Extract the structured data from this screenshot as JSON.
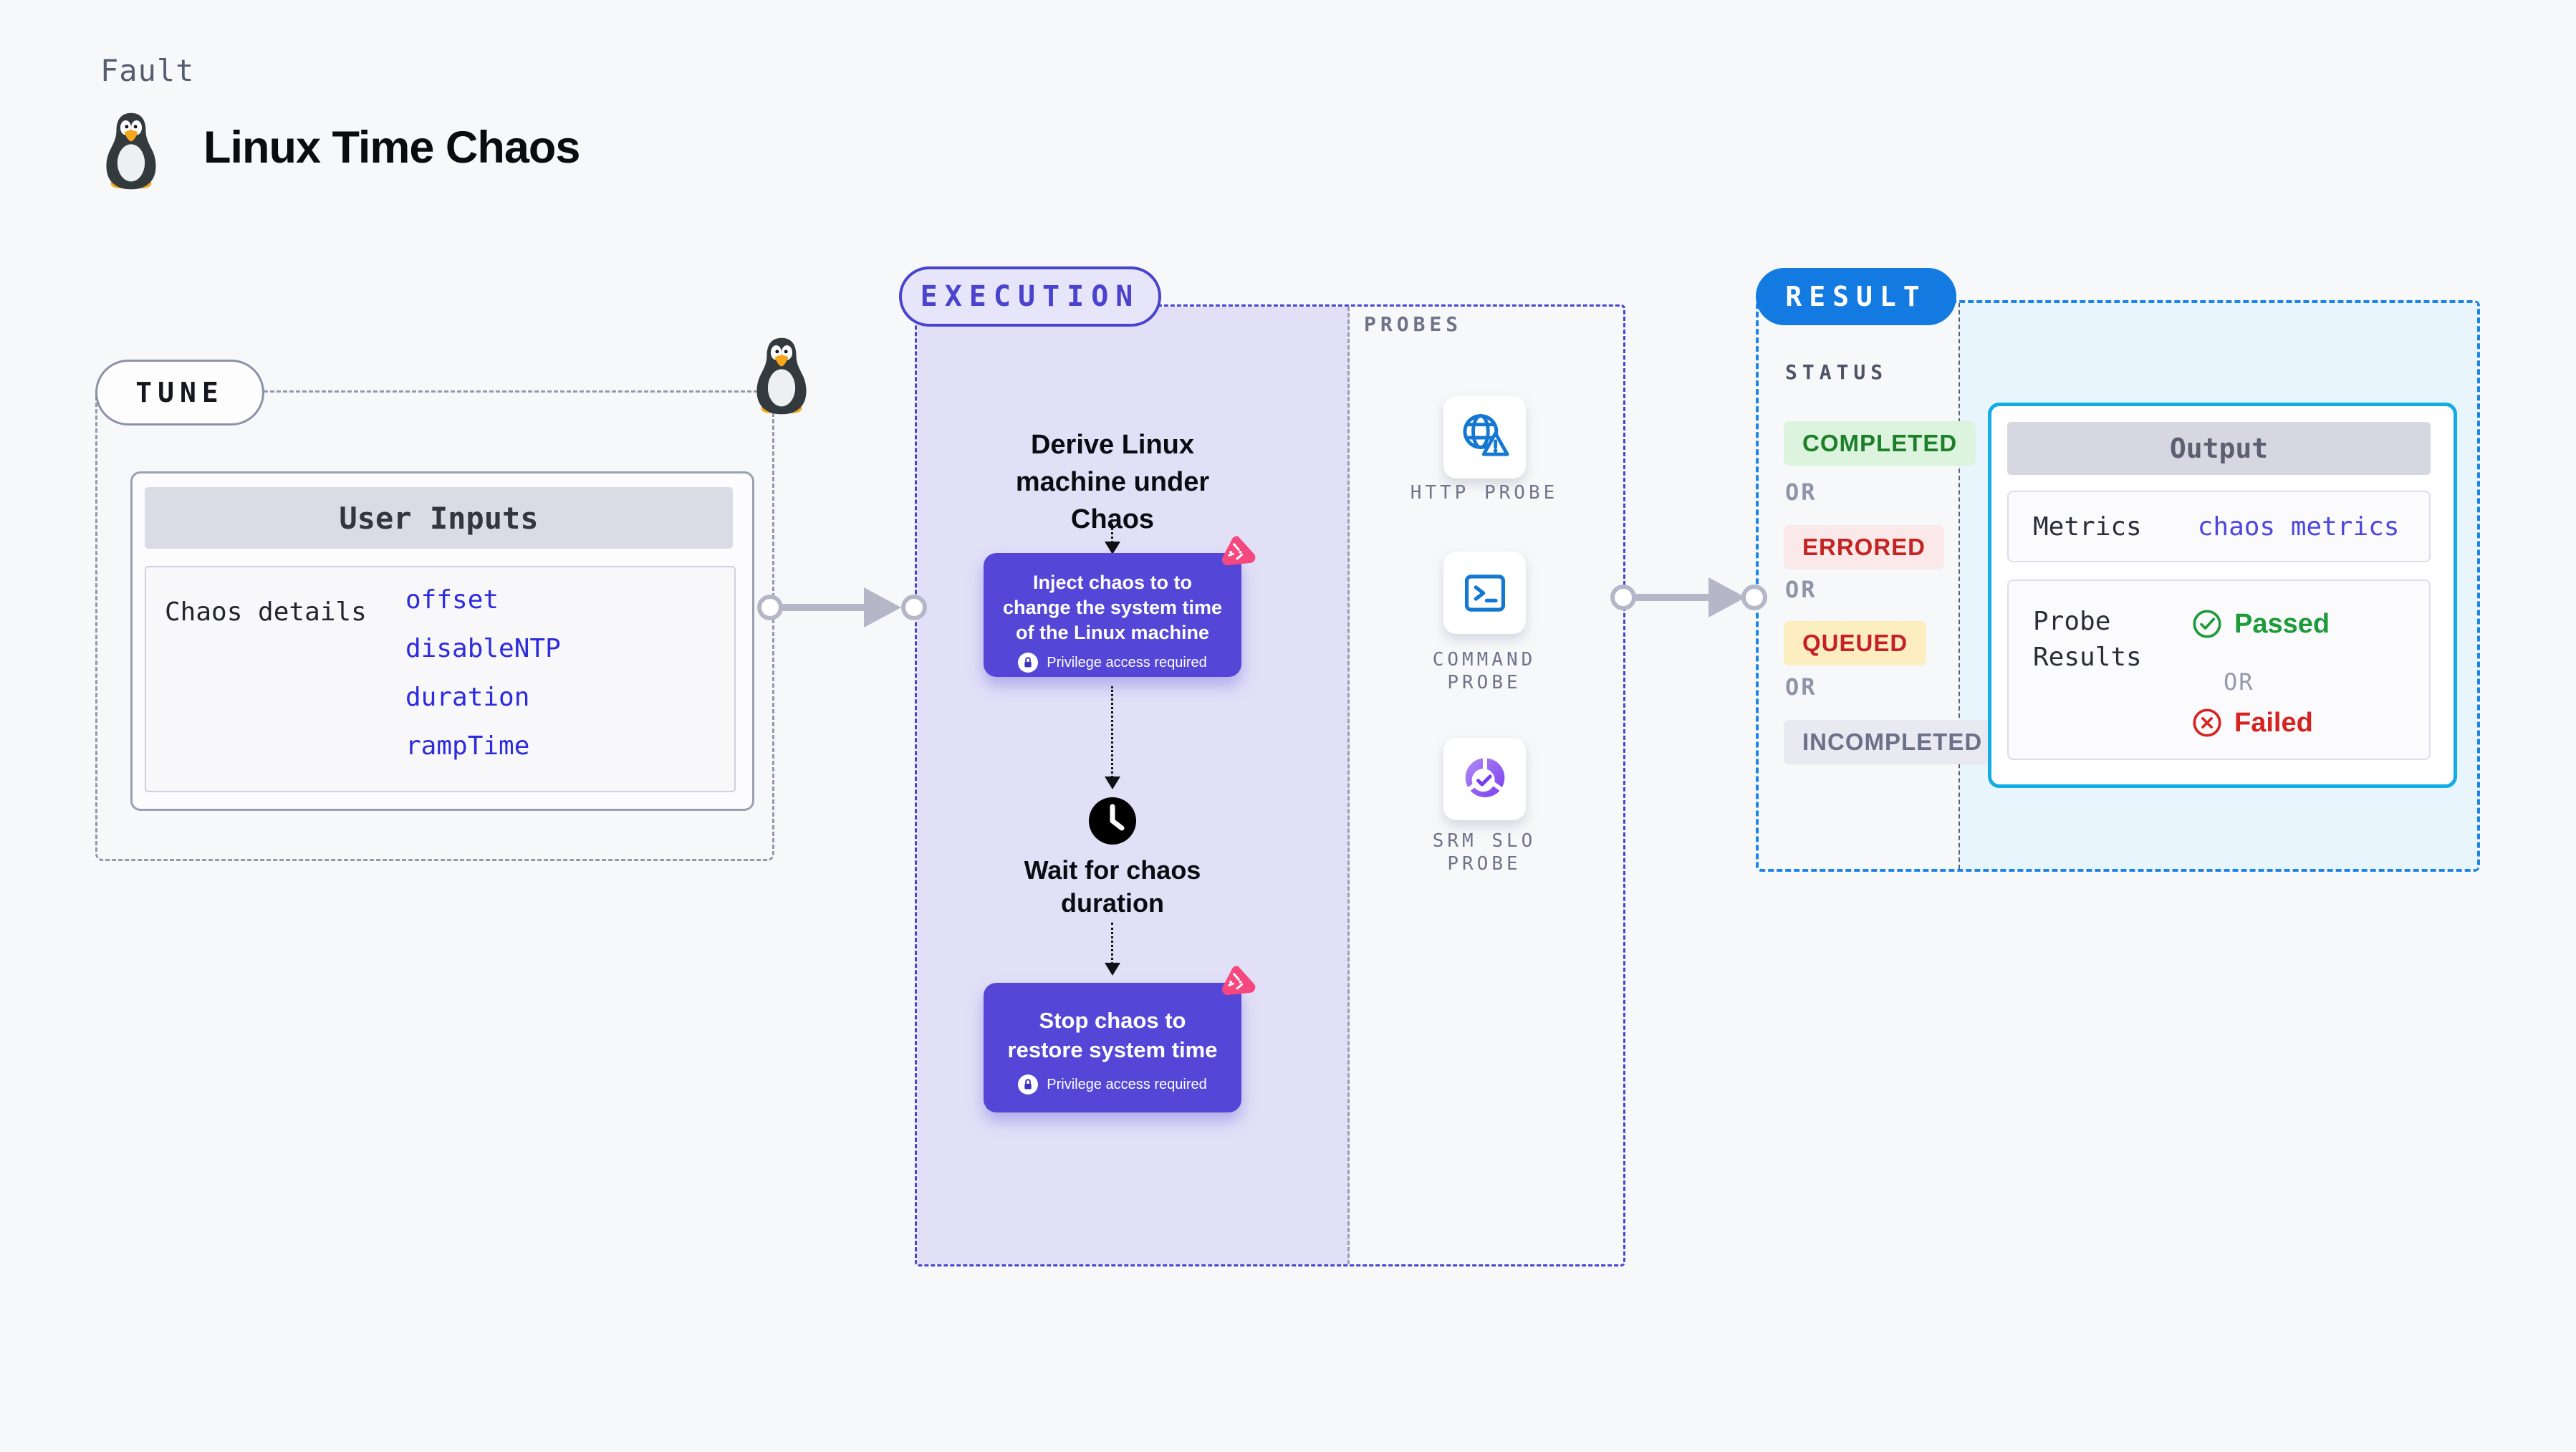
{
  "header": {
    "category": "Fault",
    "title": "Linux Time Chaos",
    "title_icon": "linux-tux-icon"
  },
  "tune": {
    "label": "TUNE",
    "corner_icon": "linux-tux-icon",
    "card": {
      "title": "User Inputs",
      "row_label": "Chaos details",
      "inputs": [
        "offset",
        "disableNTP",
        "duration",
        "rampTime"
      ]
    }
  },
  "execution": {
    "label": "EXECUTION",
    "derive_step": "Derive Linux machine under Chaos",
    "inject_step": "Inject chaos to to change the system time of the Linux machine",
    "inject_note": "Privilege access required",
    "wait_step": "Wait for chaos duration",
    "stop_step": "Stop chaos to restore system time",
    "stop_note": "Privilege access required"
  },
  "probes": {
    "label": "PROBES",
    "items": [
      {
        "name": "HTTP PROBE",
        "icon": "globe-alert-icon"
      },
      {
        "name": "COMMAND PROBE",
        "icon": "terminal-icon"
      },
      {
        "name": "SRM SLO PROBE",
        "icon": "slo-donut-icon"
      }
    ]
  },
  "result": {
    "label": "RESULT",
    "status_label": "STATUS",
    "or_label": "OR",
    "statuses": [
      {
        "label": "COMPLETED",
        "color": "#1d7f29",
        "bg": "#dcf3dd"
      },
      {
        "label": "ERRORED",
        "color": "#c32322",
        "bg": "#fbe9e9"
      },
      {
        "label": "QUEUED",
        "color": "#c4212d",
        "bg": "#fdeec0"
      },
      {
        "label": "INCOMPLETED",
        "color": "#6b7088",
        "bg": "#e8e9f1"
      }
    ],
    "output": {
      "title": "Output",
      "metrics_label": "Metrics",
      "metrics_link": "chaos metrics",
      "probe_results_label": "Probe Results",
      "passed_label": "Passed",
      "or_label": "OR",
      "failed_label": "Failed"
    }
  },
  "colors": {
    "page_bg": "#f7f8fa",
    "execution_accent": "#4a43cd",
    "execution_fill": "#e2e0f7",
    "step_box": "#5447d8",
    "chaos_icon_pink": "#f5487f",
    "result_accent": "#127ae1",
    "result_dash": "#1c86e8",
    "result_fill": "#e8f5fc",
    "output_border": "#14ace5",
    "link_blue": "#2d2bdd",
    "metrics_link_color": "#4e46e0",
    "passed_green": "#1c9b38",
    "failed_red": "#d52420",
    "probe_icon_blue": "#1478d2",
    "arrow_gray": "#b5b7c8"
  }
}
